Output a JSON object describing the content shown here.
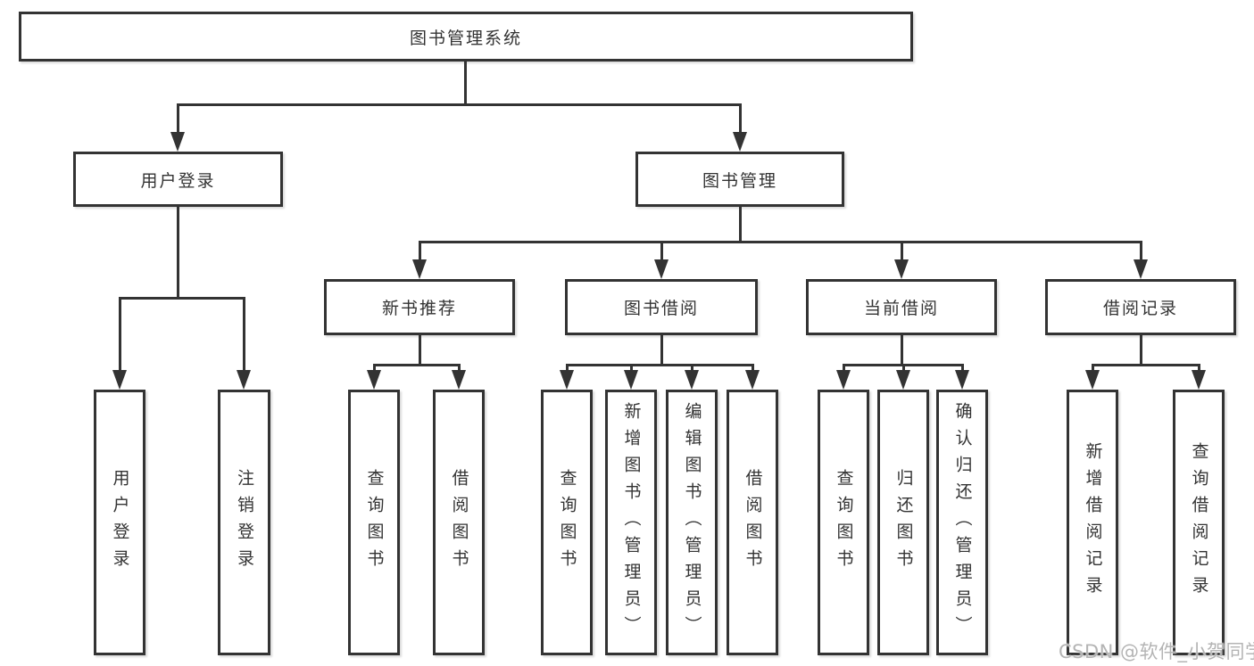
{
  "tree": {
    "root": {
      "label": "图书管理系统",
      "children": [
        {
          "label": "用户登录",
          "children": [
            {
              "label": "用户登录"
            },
            {
              "label": "注销登录"
            }
          ]
        },
        {
          "label": "图书管理",
          "children": [
            {
              "label": "新书推荐",
              "children": [
                {
                  "label": "查询图书"
                },
                {
                  "label": "借阅图书"
                }
              ]
            },
            {
              "label": "图书借阅",
              "children": [
                {
                  "label": "查询图书"
                },
                {
                  "label": "新增图书（管理员）"
                },
                {
                  "label": "编辑图书（管理员）"
                },
                {
                  "label": "借阅图书"
                }
              ]
            },
            {
              "label": "当前借阅",
              "children": [
                {
                  "label": "查询图书"
                },
                {
                  "label": "归还图书"
                },
                {
                  "label": "确认归还（管理员）"
                }
              ]
            },
            {
              "label": "借阅记录",
              "children": [
                {
                  "label": "新增借阅记录"
                },
                {
                  "label": "查询借阅记录"
                }
              ]
            }
          ]
        }
      ]
    }
  },
  "watermark": "CSDN @软件_小贺同学",
  "colors": {
    "line": "#333333",
    "box_border": "#333333",
    "text": "#333333",
    "watermark": "#b4b4b4",
    "background": "#ffffff"
  }
}
